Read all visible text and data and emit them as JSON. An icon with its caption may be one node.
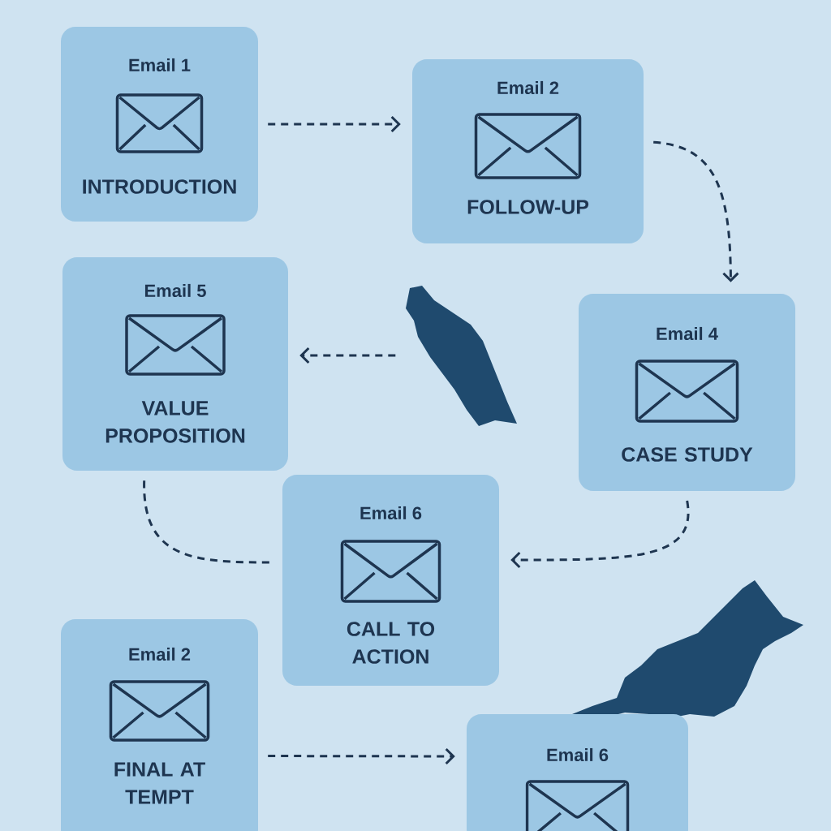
{
  "diagram": {
    "nodes": [
      {
        "text": [
          "Email 1",
          "INTRODUCTION"
        ]
      },
      {
        "text": [
          "Email 2",
          "FOLLOW-UP"
        ]
      },
      {
        "text": [
          "Email 5",
          "VALUE PROPOSITION"
        ]
      },
      {
        "text": [],
        "shape": "picture"
      },
      {
        "text": [
          "Email 4",
          "CASE STUDY"
        ]
      },
      {
        "text": [
          "Email 6",
          "CALL TO ACTION"
        ]
      },
      {
        "text": [
          "Email 2",
          "FINAL AT TEMPT"
        ]
      },
      {
        "text": [
          "Email 6"
        ]
      }
    ],
    "edges": [
      {
        "from": 0,
        "to": 1,
        "arrow": "to",
        "style": "dashed"
      },
      {
        "from": 1,
        "to": 4,
        "arrow": "to",
        "style": "dashed"
      },
      {
        "from": 3,
        "to": 2,
        "arrow": "to",
        "style": "dashed"
      },
      {
        "from": 4,
        "to": 5,
        "arrow": "to",
        "style": "dashed"
      },
      {
        "from": 2,
        "to": 5,
        "arrow": "none",
        "style": "dashed"
      },
      {
        "from": 6,
        "to": 7,
        "arrow": "to",
        "style": "dashed"
      }
    ]
  }
}
